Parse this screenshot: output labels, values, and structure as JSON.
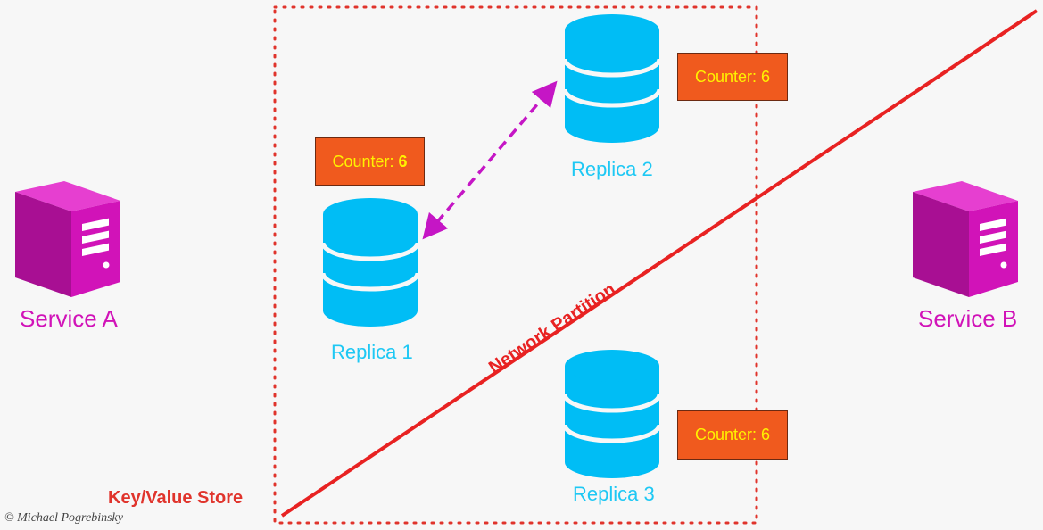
{
  "colors": {
    "service": "#d113b8",
    "replica": "#1ec8f4",
    "counter_bg": "#f05a1e",
    "counter_text": "#fff200",
    "partition": "#e82222",
    "sync_arrow": "#c516c5",
    "store_border": "#e0342c"
  },
  "services": [
    {
      "label": "Service A",
      "icon": "server-tower-icon"
    },
    {
      "label": "Service B",
      "icon": "server-tower-icon"
    }
  ],
  "store": {
    "label": "Key/Value Store"
  },
  "replicas": [
    {
      "label": "Replica 1",
      "icon": "database-icon"
    },
    {
      "label": "Replica 2",
      "icon": "database-icon"
    },
    {
      "label": "Replica 3",
      "icon": "database-icon"
    }
  ],
  "counters": [
    {
      "prefix": "Counter:",
      "value": "6"
    },
    {
      "prefix": "Counter:",
      "value": "6"
    },
    {
      "prefix": "Counter:",
      "value": "6"
    }
  ],
  "partition": {
    "label": "Network Partition"
  },
  "copyright": "© Michael Pogrebinsky"
}
